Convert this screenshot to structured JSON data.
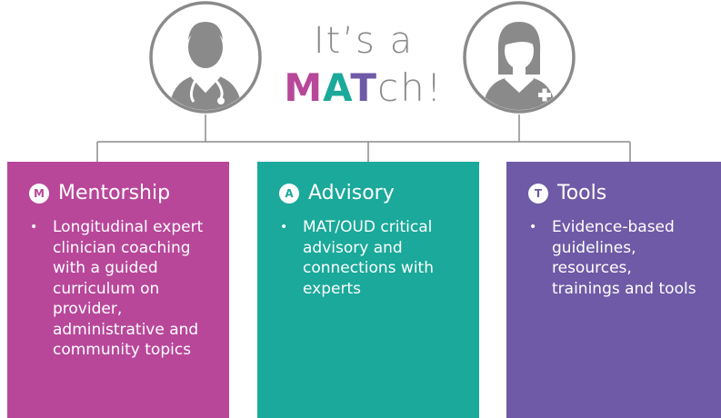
{
  "title": {
    "line1": "It’s a",
    "m": "M",
    "a": "A",
    "t": "T",
    "rest": "ch!"
  },
  "colors": {
    "mentorship": "#b8479a",
    "advisory": "#1aa99a",
    "tools": "#6e5aa6",
    "gray": "#8a8a8a"
  },
  "avatars": {
    "left_icon": "male-doctor-icon",
    "right_icon": "female-nurse-icon"
  },
  "cards": [
    {
      "badge": "M",
      "heading": "Mentorship",
      "bullet": "Longitudinal expert clinician coaching with a guided curriculum on provider, administrative and community topics"
    },
    {
      "badge": "A",
      "heading": "Advisory",
      "bullet": "MAT/OUD critical advisory and connections with experts"
    },
    {
      "badge": "T",
      "heading": "Tools",
      "bullet": "Evidence-based guidelines, resources, trainings and tools"
    }
  ]
}
